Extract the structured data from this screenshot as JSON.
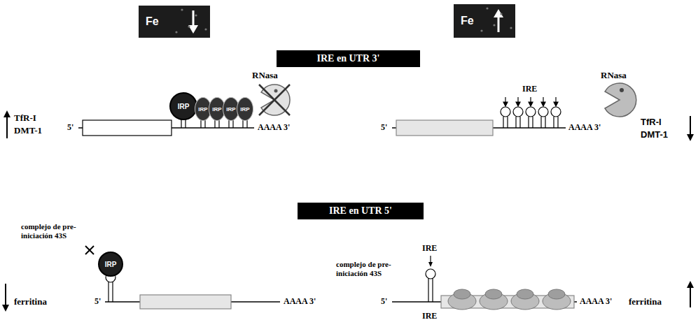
{
  "diagram": {
    "nodes": [
      {
        "text": [
          "Fe"
        ]
      },
      {
        "text": [
          "Fe"
        ]
      },
      {
        "text": [
          "IRE en UTR 3'"
        ]
      },
      {
        "text": [
          "IRP"
        ]
      },
      {
        "text": [
          "IRP"
        ]
      },
      {
        "text": [
          "IRP"
        ]
      },
      {
        "text": [
          "IRP"
        ]
      },
      {
        "text": [
          "IRP"
        ]
      },
      {
        "text": [
          "IRE en UTR 5'"
        ]
      },
      {
        "text": [
          "IRP"
        ]
      }
    ],
    "labels": [
      "RNasa",
      "RNasa",
      "TfR-I",
      "DMT-1",
      "5'",
      "AAAA 3'",
      "IRE",
      "5'",
      "AAAA 3'",
      "TfR-I",
      "DMT-1",
      "complejo de pre-iniciación 43S",
      "ferritina",
      "5'",
      "AAAA 3'",
      "complejo de pre-iniciación 43S",
      "IRE",
      "IRE",
      "5'",
      "AAAA 3'",
      "ferritina"
    ]
  }
}
